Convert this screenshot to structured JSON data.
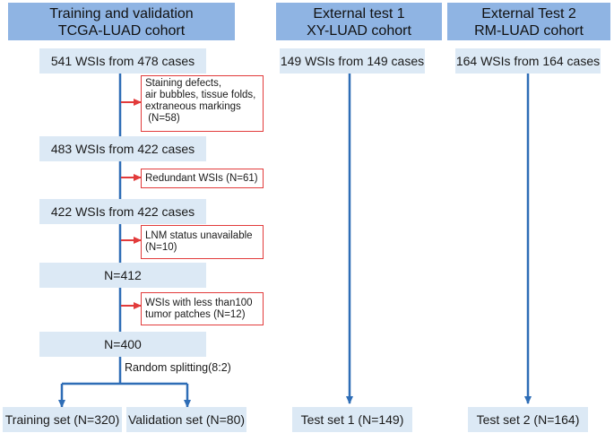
{
  "headers": {
    "col1": [
      "Training and validation",
      "TCGA-LUAD cohort"
    ],
    "col2": [
      "External test 1",
      "XY-LUAD cohort"
    ],
    "col3": [
      "External Test 2",
      "RM-LUAD cohort"
    ]
  },
  "steps": {
    "s1": "541 WSIs from 478 cases",
    "s2": "483 WSIs from 422 cases",
    "s3": "422 WSIs from 422 cases",
    "s4": "N=412",
    "s5": "N=400"
  },
  "exclusions": {
    "e1": [
      "Staining defects,",
      "air bubbles, tissue folds,",
      "extraneous markings",
      " (N=58)"
    ],
    "e2": [
      "Redundant WSIs (N=61)"
    ],
    "e3": [
      "LNM status unavailable",
      "(N=10)"
    ],
    "e4": [
      "WSIs with less than100",
      "tumor patches (N=12)"
    ]
  },
  "split_label": "Random splitting(8:2)",
  "outputs": {
    "training": "Training set (N=320)",
    "validation": "Validation set (N=80)"
  },
  "external1": {
    "start": "149 WSIs from 149 cases",
    "end": "Test set 1 (N=149)"
  },
  "external2": {
    "start": "164 WSIs from 164 cases",
    "end": "Test set 2 (N=164)"
  },
  "colors": {
    "header": "#8fb4e3",
    "box": "#dce9f5",
    "line": "#2e6db6",
    "arrow_red": "#e23b3b",
    "exclusion_border": "#e23b3b"
  }
}
